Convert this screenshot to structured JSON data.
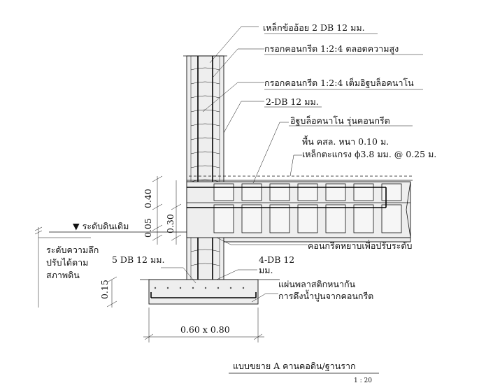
{
  "labels": {
    "stirrup": "เหล็กข้ออ้อย 2 DB 12 มม.",
    "grout_full_height": "กรอกคอนกรีต 1:2:4 ตลอดความสูง",
    "grout_block_core": "กรอกคอนกรีต 1:2:4 เต็มอิฐบล็อคนาโน",
    "rebar_2db12": "2-DB 12 มม.",
    "block_type": "อิฐบล็อคนาโน รุ่นคอนกรีต",
    "slab_line1": "พื้น คสล. หนา 0.10 ม.",
    "slab_line2": "เหล็กตะแกรง ϕ3.8 มม. @ 0.25 ม.",
    "lean_concrete": "คอนกรีตหยาบเพื่อปรับระดับ",
    "rebar_4db12_line1": "4-DB 12",
    "rebar_4db12_line2": "มม.",
    "plastic_sheet_line1": "แผ่นพลาสติกหนากัน",
    "plastic_sheet_line2": "การดึงน้ำปูนจากคอนกรีต",
    "ground_level": "▼ ระดับดินเดิม",
    "depth_line1": "ระดับความลึก",
    "depth_line2": "ปรับได้ตาม",
    "depth_line3": "สภาพดิน",
    "rebar_5db12": "5 DB 12 มม.",
    "footing_size": "0.60 x 0.80",
    "drawing_title": "แบบขยาย  A  คานคอดิน/ฐานราก",
    "scale": "1 : 20"
  },
  "dimensions": {
    "d040": "0.40",
    "d030": "0.30",
    "d005": "0.05",
    "d015": "0.15"
  }
}
